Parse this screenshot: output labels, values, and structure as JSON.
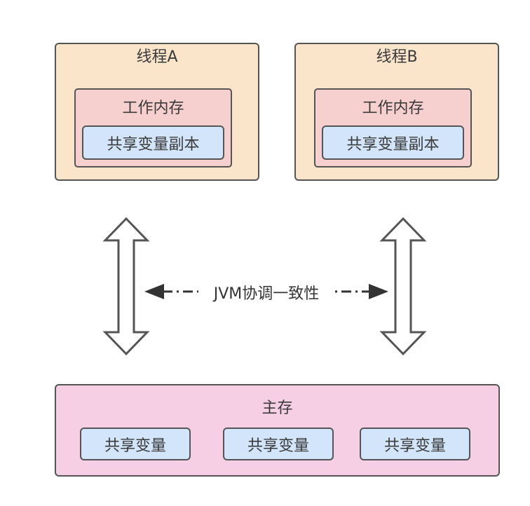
{
  "threads": [
    {
      "title": "线程A",
      "work_memory": "工作内存",
      "shared_copy": "共享变量副本"
    },
    {
      "title": "线程B",
      "work_memory": "工作内存",
      "shared_copy": "共享变量副本"
    }
  ],
  "main_memory": {
    "title": "主存",
    "variables": [
      "共享变量",
      "共享变量",
      "共享变量"
    ]
  },
  "consistency_label": "JVM协调一致性",
  "colors": {
    "thread_fill": "#fae5cb",
    "work_memory_fill": "#f6cfcf",
    "shared_copy_fill": "#d3e5fa",
    "main_memory_fill": "#f6cfe5",
    "stroke": "#555555"
  }
}
